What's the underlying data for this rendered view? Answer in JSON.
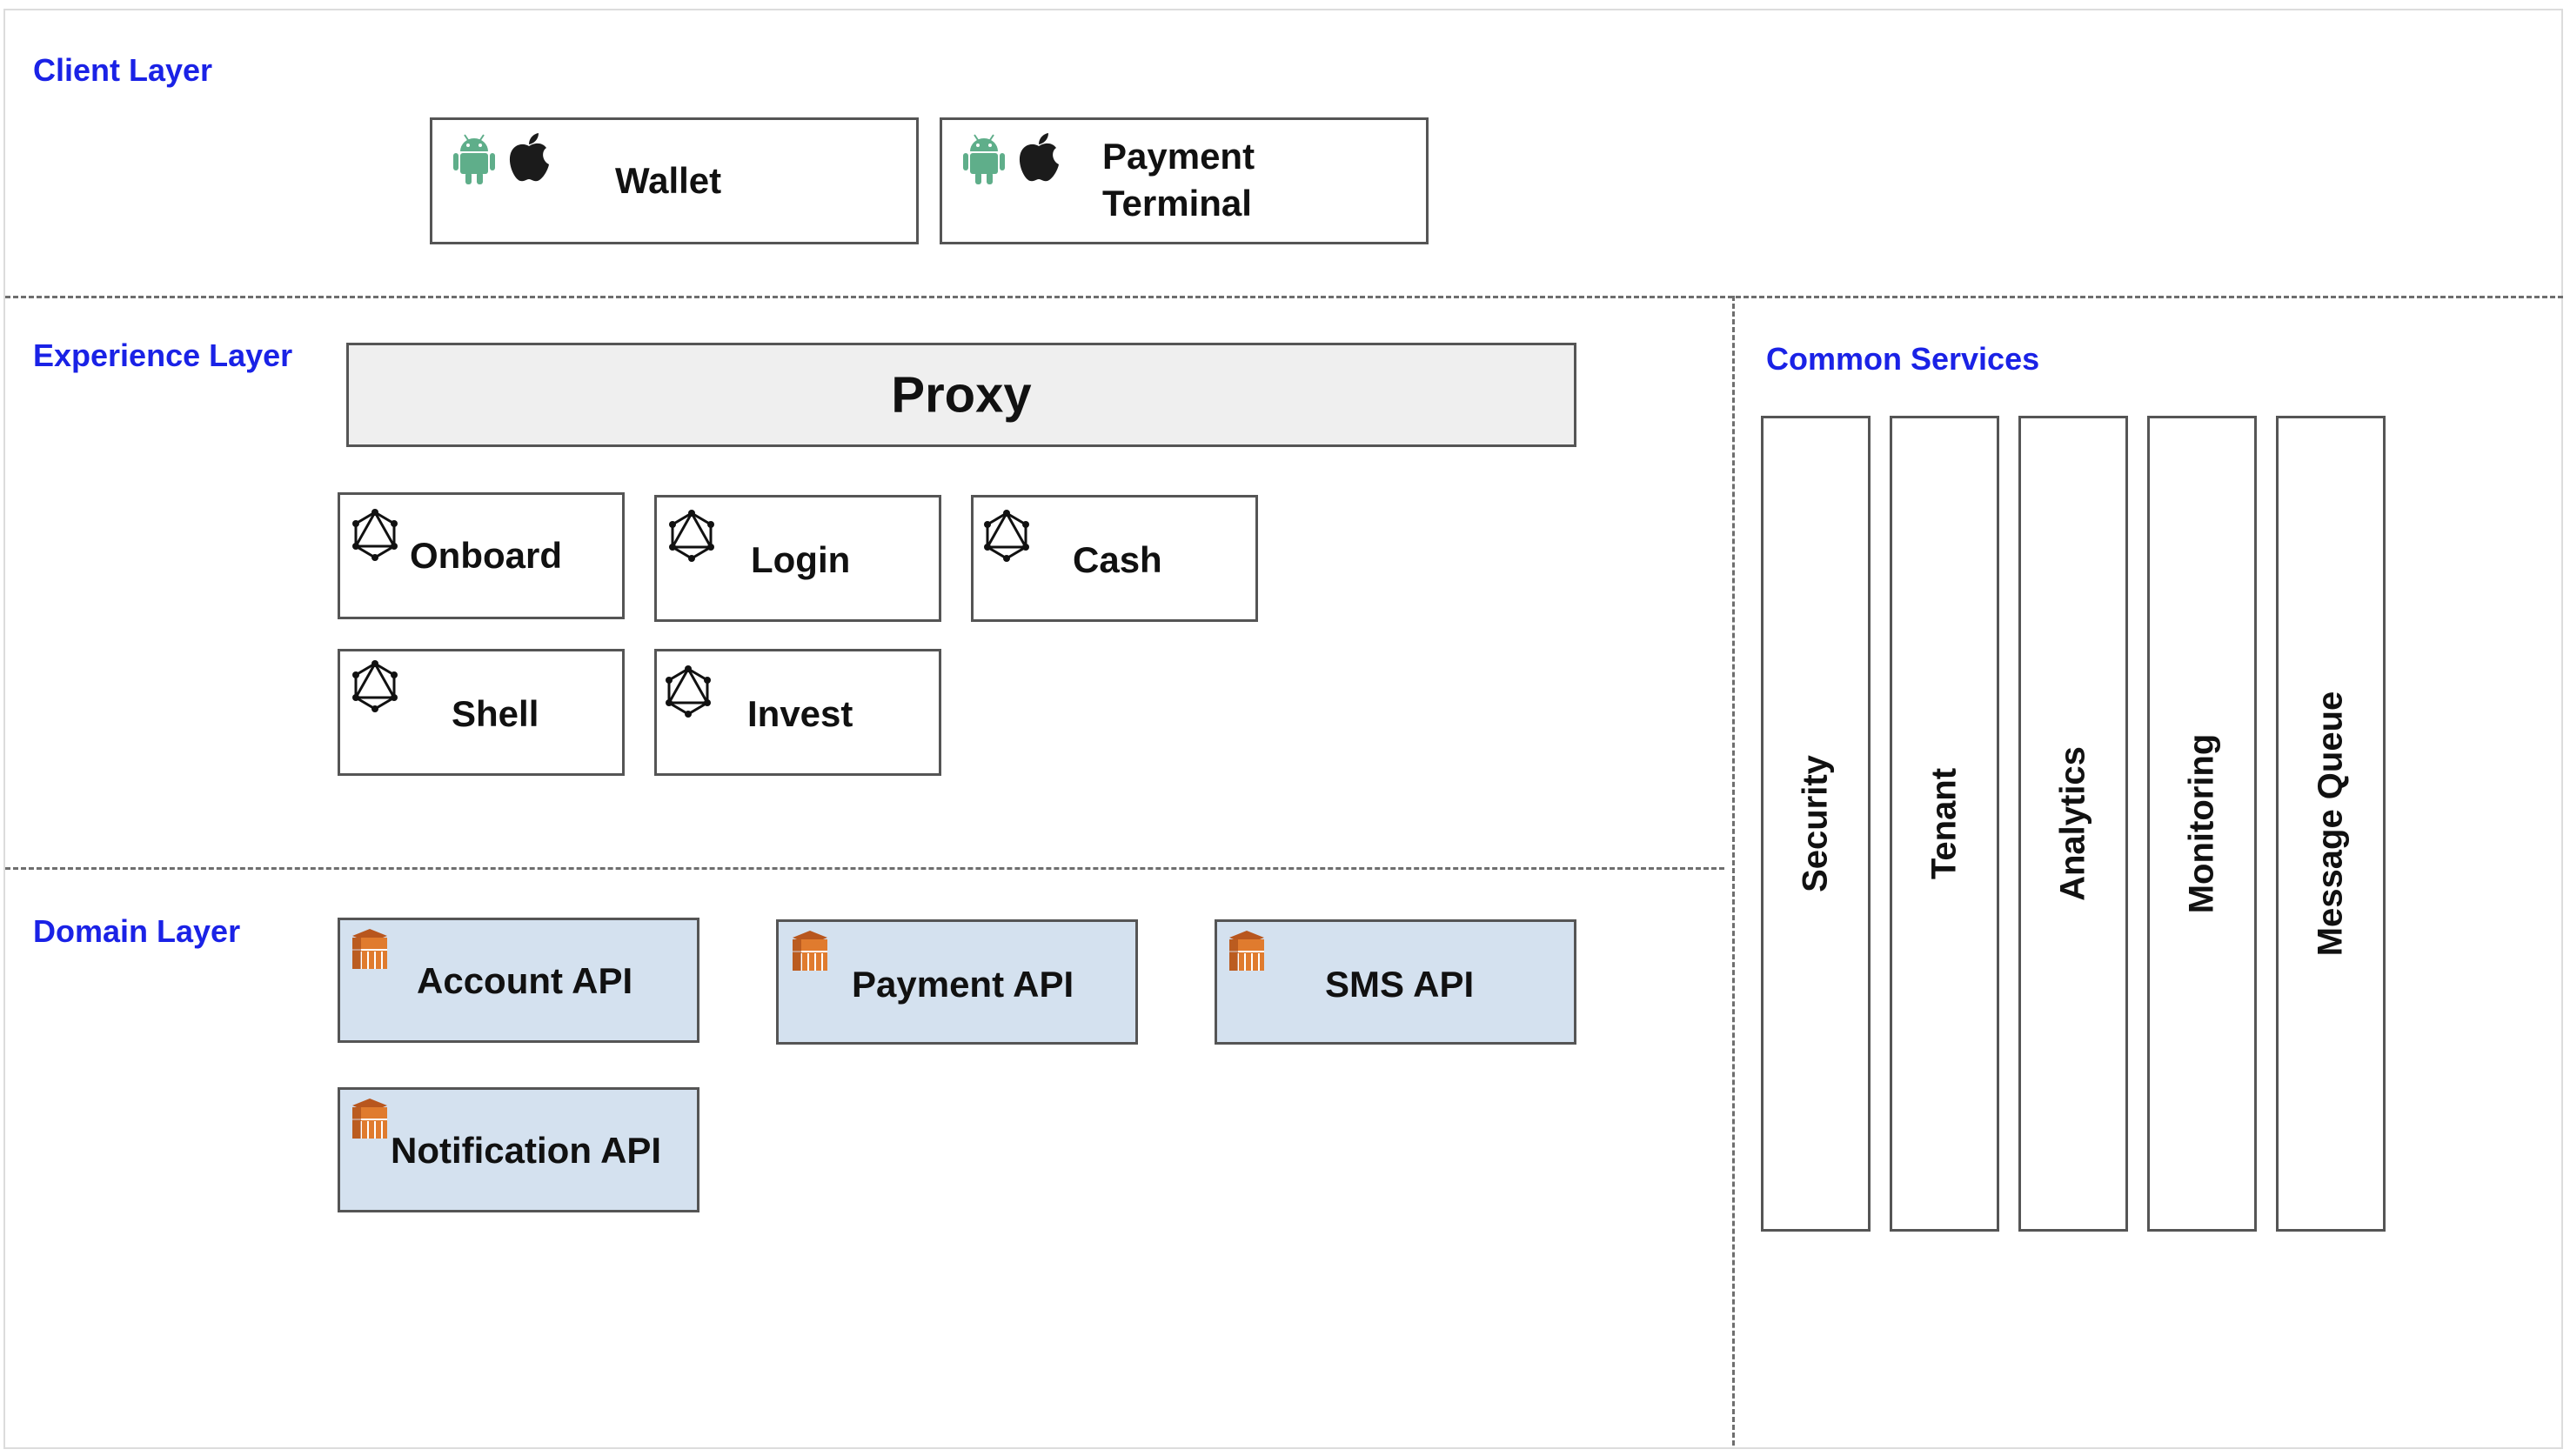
{
  "layers": {
    "client": "Client Layer",
    "experience": "Experience Layer",
    "domain": "Domain Layer",
    "common": "Common Services"
  },
  "client_apps": [
    {
      "label": "Wallet",
      "icons": [
        "android-icon",
        "apple-icon"
      ]
    },
    {
      "label_line1": "Payment",
      "label_line2": "Terminal",
      "icons": [
        "android-icon",
        "apple-icon"
      ]
    }
  ],
  "proxy": {
    "label": "Proxy"
  },
  "experience_services": [
    {
      "label": "Onboard",
      "icon": "graphql-icon"
    },
    {
      "label": "Login",
      "icon": "graphql-icon"
    },
    {
      "label": "Cash",
      "icon": "graphql-icon"
    },
    {
      "label": "Shell",
      "icon": "graphql-icon"
    },
    {
      "label": "Invest",
      "icon": "graphql-icon"
    }
  ],
  "domain_apis": [
    {
      "label": "Account API",
      "icon": "container-icon"
    },
    {
      "label": "Payment API",
      "icon": "container-icon"
    },
    {
      "label": "SMS API",
      "icon": "container-icon"
    },
    {
      "label": "Notification API",
      "icon": "container-icon"
    }
  ],
  "common_services": [
    {
      "label": "Security"
    },
    {
      "label": "Tenant"
    },
    {
      "label": "Analytics"
    },
    {
      "label": "Monitoring"
    },
    {
      "label": "Message Queue"
    }
  ],
  "colors": {
    "layer_label": "#1a22e6",
    "api_fill": "#d4e1ef",
    "proxy_fill": "#efefef",
    "android": "#5fae8a",
    "container_orange": "#e07b2e"
  }
}
